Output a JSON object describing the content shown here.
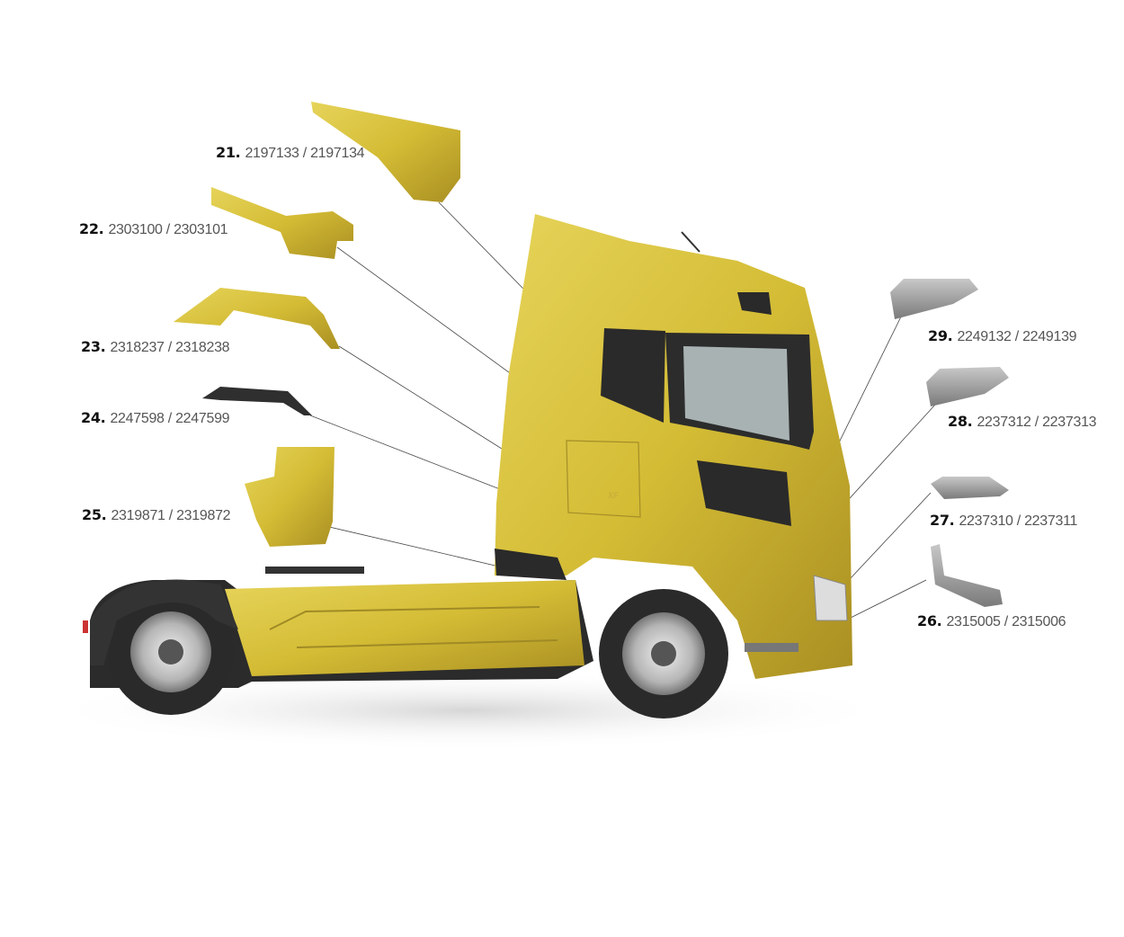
{
  "model_badge": "XF",
  "parts": [
    {
      "id": "21.",
      "numbers": "2197133 / 2197134",
      "name": "cab-side-upper-panel"
    },
    {
      "id": "22.",
      "numbers": "2303100 / 2303101",
      "name": "cab-step-housing"
    },
    {
      "id": "23.",
      "numbers": "2318237 / 2318238",
      "name": "wheel-arch-upper"
    },
    {
      "id": "24.",
      "numbers": "2247598 / 2247599",
      "name": "wheel-arch-trim"
    },
    {
      "id": "25.",
      "numbers": "2319871 / 2319872",
      "name": "step-bracket-panel"
    },
    {
      "id": "26.",
      "numbers": "2315005 / 2315006",
      "name": "step-support-bracket"
    },
    {
      "id": "27.",
      "numbers": "2237310 / 2237311",
      "name": "lower-step"
    },
    {
      "id": "28.",
      "numbers": "2237312 / 2237313",
      "name": "middle-step"
    },
    {
      "id": "29.",
      "numbers": "2249132 / 2249139",
      "name": "upper-step"
    }
  ],
  "colors": {
    "body": "#d9c23c",
    "body_dark": "#a8912a",
    "tyre": "#2a2a2a",
    "step": "#9a9a9a"
  }
}
